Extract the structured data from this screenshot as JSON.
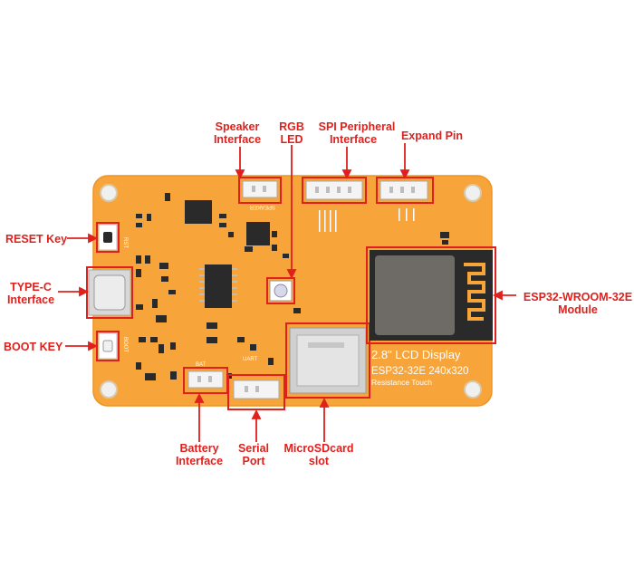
{
  "labels": {
    "speaker": [
      "Speaker",
      "Interface"
    ],
    "rgb": [
      "RGB",
      "LED"
    ],
    "spi": [
      "SPI Peripheral",
      "Interface"
    ],
    "expand": "Expand  Pin",
    "reset": "RESET Key",
    "typec": [
      "TYPE-C",
      "Interface"
    ],
    "boot": "BOOT KEY",
    "esp": [
      "ESP32-WROOM-32E",
      "Module"
    ],
    "battery": [
      "Battery",
      "Interface"
    ],
    "serial": [
      "Serial",
      "Port"
    ],
    "microsd": [
      "MicroSDcard",
      "slot"
    ]
  },
  "board_text": {
    "lcd_line1": "2.8\" LCD Display",
    "lcd_line2": "ESP32-32E  240x320",
    "lcd_line3": "Resistance Touch",
    "silk_speaker": "SPEAKER",
    "silk_bat": "BAT",
    "silk_uart": "UART",
    "silk_rst": "RST",
    "silk_boot": "BOOT"
  },
  "colors": {
    "board": "#f7a43a",
    "board_edge": "#ef9424",
    "callout": "#e0201c",
    "chip": "#2a2a2a",
    "module_shield": "#6e6a66"
  }
}
